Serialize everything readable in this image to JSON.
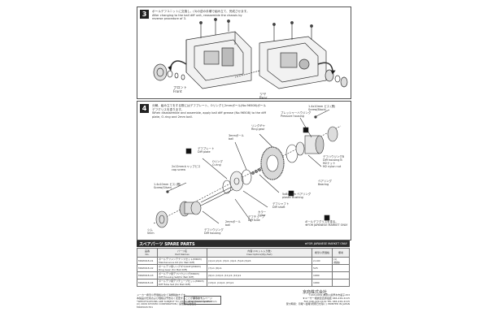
{
  "step3": {
    "number": "3",
    "text": "ボールデフユニットに交換し、(3)の逆の手順で組み立て、完成させます。\nAfter changing to the ball diff unit, reassemble the chassis by reverse procedure of 3.",
    "front_label": "フロント\nFront",
    "rear_label": "リヤ\nRear"
  },
  "step4": {
    "number": "4",
    "text": "分解、組み立てをする際にはデフプレート、Oリングと2mmボール(No.96508)ボールデフグリスを塗ります。\nWhen disassemble and assemble, apply ball diff grease (No.96508) to the diff plate, O-ring and 2mm ball.",
    "labels": {
      "screw_14": "1.4x10mm ビス (黒)\nScrew(Black)",
      "pressure_housing": "プレッシャーハウジング\nPressure housing",
      "ring_gear": "リングギヤ\nRing gear",
      "ball_3mm": "3mmボール\nball",
      "diff_plate": "デフプレート\nDiff plate",
      "o_ring": "Oリング\nO-ring",
      "cap_screw": "2x12mmキャップビス\ncap screw",
      "screw_silver": "1.4x10mm ビス (銀)\nScrew(Silver)",
      "shim": "シム\nShim",
      "diff_housing": "デフハウジング\nDiff housing",
      "m2_nut": "デフハウジングB\nDiff housing B\nM2ナット\nM2 nylon nut",
      "bearing": "ベアリング\nBearing",
      "plastic_bushing": "5x8x2mm ベアリング\nplastic Bushing",
      "diff_shaft": "デフシャフト\nDiff shaft",
      "collar": "カラー\nCollar",
      "diff_tube": "デフチューブ\nDiff tube",
      "ball_2mm": "2mmボール\nball",
      "grease_note": "ボールデフグリスを塗る。\n★FOR JAPANESE MARKET ONLY"
    }
  },
  "parts_bar": {
    "title": "スペアパーツ   SPARE PARTS",
    "note": "★FOR JAPANESE MARKET ONLY"
  },
  "parts_table": {
    "headers": [
      "品番\nNo.",
      "パーツ名\nPart Names",
      "内容 (1キット入り数)\nDescription(Qty./Set)",
      "希望小売価格",
      "備考"
    ],
    "rows": [
      {
        "no": "MDW018-01",
        "name": "ボールデフメンテナンスセット(MR03)\nMaintenance Kit (for Ball Diff)",
        "desc": "(1)x4  (2)x1  (3)x1  (4)x1  (5)x4  (6)x6",
        "price": "2,100",
        "note": "(1)\n(税抜)"
      },
      {
        "no": "MDW018-02",
        "name": "ボールデフ用リングギヤ(64T)(MR03)\nRing Gear (for Ball Diff)",
        "desc": "(7)x1  (8)x1",
        "price": "525",
        "note": ""
      },
      {
        "no": "MDW018-03",
        "name": "ボールデフ用デフハウジング(MR03)\nDiff Housing Set(for Ball Diff)",
        "desc": "(9)x1  (10)x1  (11)x1  (12)x1",
        "price": "1680",
        "note": ""
      },
      {
        "no": "MDW018-04",
        "name": "ボールデフ用デフチューブセット(MR03)\nDiff Tube Set (for Ball Diff)",
        "desc": "(13)x1  (14)x1  (15)x1",
        "price": "1680",
        "note": ""
      }
    ]
  },
  "footer": {
    "left": "メーカー希望小売価格は全て消費税抜きです。\n本製品の仕様および価格は予告なく変更することがあります。\n*SPECIFICATIONS ARE SUBJECT TO CHANGE WITHOUT NOTICE\n(C) 2009 KYOSHO CORPORATION / 禁無断転載複製\nMDW018-T01",
    "url_title": "京商ホームページ",
    "url": "http://www.kyosho.com",
    "brand": "京商株式会社",
    "right": "〒243-0034 神奈川県厚木市船子153\n★ユーザー相談室直通電話 046-229-4115\nFAX 046-229-4119 TEL 046-229-4115\n受付時間：月曜～金曜(祝祭日を除く)  PRINTED IN JAPAN"
  },
  "colors": {
    "bar_bg": "#2b2b2b",
    "line": "#333333",
    "grease_badge": "#111111"
  }
}
